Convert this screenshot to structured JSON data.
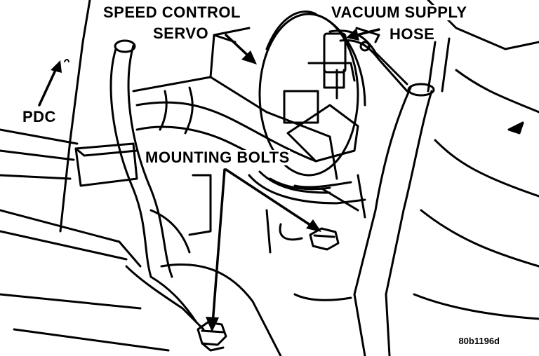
{
  "labels": {
    "speed_control_line1": "SPEED CONTROL",
    "speed_control_line2": "SERVO",
    "vacuum_line1": "VACUUM SUPPLY",
    "vacuum_line2": "HOSE",
    "pdc": "PDC",
    "mounting_bolts": "MOUNTING BOLTS"
  },
  "figure_code": "80b1196d",
  "colors": {
    "ink": "#000000",
    "paper": "#ffffff"
  }
}
